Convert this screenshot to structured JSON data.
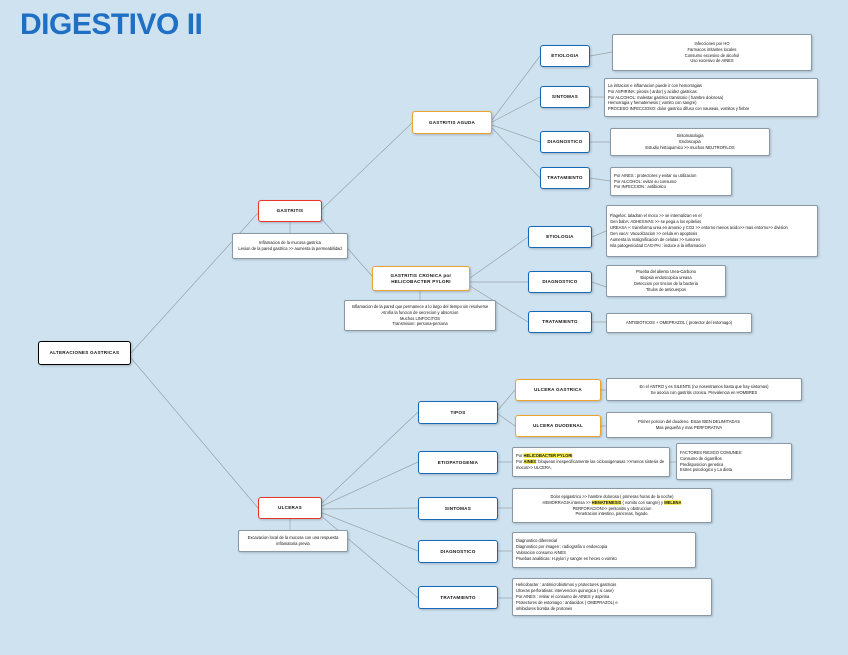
{
  "title": "DIGESTIVO II",
  "colors": {
    "background": "#cfe2f0",
    "title": "#1f6fc4",
    "root_border": "#000000",
    "gastritis_border": "#e8352a",
    "branch_orange": "#f0a22e",
    "branch_blue": "#1667b5",
    "note_border": "#8a99a4",
    "highlight": "#fbf05a"
  },
  "root": {
    "label": "ALTERACIONES GASTRICAS"
  },
  "branches": {
    "gastritis": {
      "label": "GASTRITIS",
      "note": "Inflamacion de la mucosa gastrica\nLesion de la pared gastrica >> aumenta la permeabilidad",
      "aguda": {
        "label": "GASTRITIS AGUDA",
        "items": [
          {
            "label": "ETIOLOGIA",
            "detail": "Infecciones por HO\nFarmacos irritantes locales\nConsumo excesivo de alcohol\nUso excesivo de AINES"
          },
          {
            "label": "SINTOMAS",
            "detail": "La irritacion e inflamacion puede ir con hemorragias\nPor ASPIRINA: pirosis ( ardor) y acidez gastricas\nPor ALCOHOL: malestar gastrico transitorio ( hambre dolorosa)\nHemorragia y hematemesis ( vomito con sangre)\nPROCESO INFECCIOSO: dolor gastrico difuso con nauseas, vomitos y fiebre"
          },
          {
            "label": "DIAGNOSTICO",
            "detail": "Sintomatologia\nEndoscopia\nEstudio histoquimico >> muchos NEUTROFILOS"
          },
          {
            "label": "TRATAMIENTO",
            "detail": "Por AINES : protectores y evitar su utilizacion\nPor ALCOHOL: evitar su consumo\nPor INFECCION : antibiotico"
          }
        ]
      },
      "cronica": {
        "label": "GASTRITIS CRONICA por HELICOBACTER PYLORI",
        "note": "Inflamacion de la pared que permanece a lo largo del tiempo sin resolverse\nAtrofia la funcion de secrecion y absorcion\nMuchos LINFOCITOS\nTransmision: persona-persona",
        "items": [
          {
            "label": "ETIOLOGIA",
            "detail": "Flagelos: taladran el moco >> se internalizan en el\nGen babA: ADHESIVAS >> se pega a los epitelios\nUREASA +: transforma urea en amonio y CO2 >> entorno menos acido>>                    mas entorno>> division\nGen vacA: Vacuolizacion >> celula en apoptosis\n          Aumenta la malignificacion de celulas >> tumores\nIsla patogenicidad CAG-PAI : induce a la inflamacion"
          },
          {
            "label": "DIAGNOSTICO",
            "detail": "Prueba del aliento Urea-Carbono\nBiopsia endoscopica ureasa\nDeteccion por tincion de la bacteria\nTitulos de anticuerpos"
          },
          {
            "label": "TRATAMIENTO",
            "detail": "ANTIBIOTICOS + OMEPRAZOL ( protector del estomago)"
          }
        ]
      }
    },
    "ulceras": {
      "label": "ULCERAS",
      "note": "Excavacion local de la mucosa con una respuesta inflamatoria previa",
      "items": [
        {
          "label": "TIPOS",
          "subnodes": [
            {
              "label": "ULCERA GASTRICA",
              "detail": "En el ANTRO y es SILENTE (no nosentramos hasta que hay sintomas)\nSe asocia con gastritis cronica. Prevalencia en HOMBRES"
            },
            {
              "label": "ULCERA DUODENAL",
              "detail": "Primer porcion del duodeno. Estan BIEN DELIMITADAS\nMas pequeña y mas PERFORATIVA"
            }
          ]
        },
        {
          "label": "ETIOPATOGENIA",
          "detail_main": "Por HELICOBACTER PYLORI\nPor AINES: bloquean inespecificamente las ciclooxigenasas >>menos sintesis de mocos>> ULCERA.",
          "detail_main_highlights": [
            "HELICOBACTER PYLORI",
            "AINES"
          ],
          "detail_side": "FACTORES RIESGO COMUNES:\nConsumo de cigarrillos\nPredisposicion genetica\nEstres psicologico y La dieta"
        },
        {
          "label": "SINTOMAS",
          "detail": "Dolor epigastrico >> hambre dolorosa ( primeras horas de la noche)\nHEMORRAGIA intensa >> HEMATEMESIS ( vomito con sangre) y MELENA\nPERFORACION>> peritonitis y obstruccion\nPenetracion intestino, pancreas, higado.",
          "detail_highlights": [
            "HEMATEMESIS",
            "MELENA"
          ]
        },
        {
          "label": "DIAGNOSTICO",
          "detail": "Diagnostico diferencial\nDiagnostico por imagen : radiografia o endoscopia\nValoracion consumo AINES\nPruebas analiticas: H.pylori y sangre en heces o vomito"
        },
        {
          "label": "TRATAMIENTO",
          "detail": "Helicobacter : antimicrobiotimos y protectores gastricas\nUlceras perforativas: intervencion quirurgica ( si case)\nPor AINES : retirar el consumo de AINES y aspirina\n          Protectores de estomago : antiacidos ( OMEPRAZOL) e\n                                         inhibidores bomba de protones"
        }
      ]
    }
  }
}
